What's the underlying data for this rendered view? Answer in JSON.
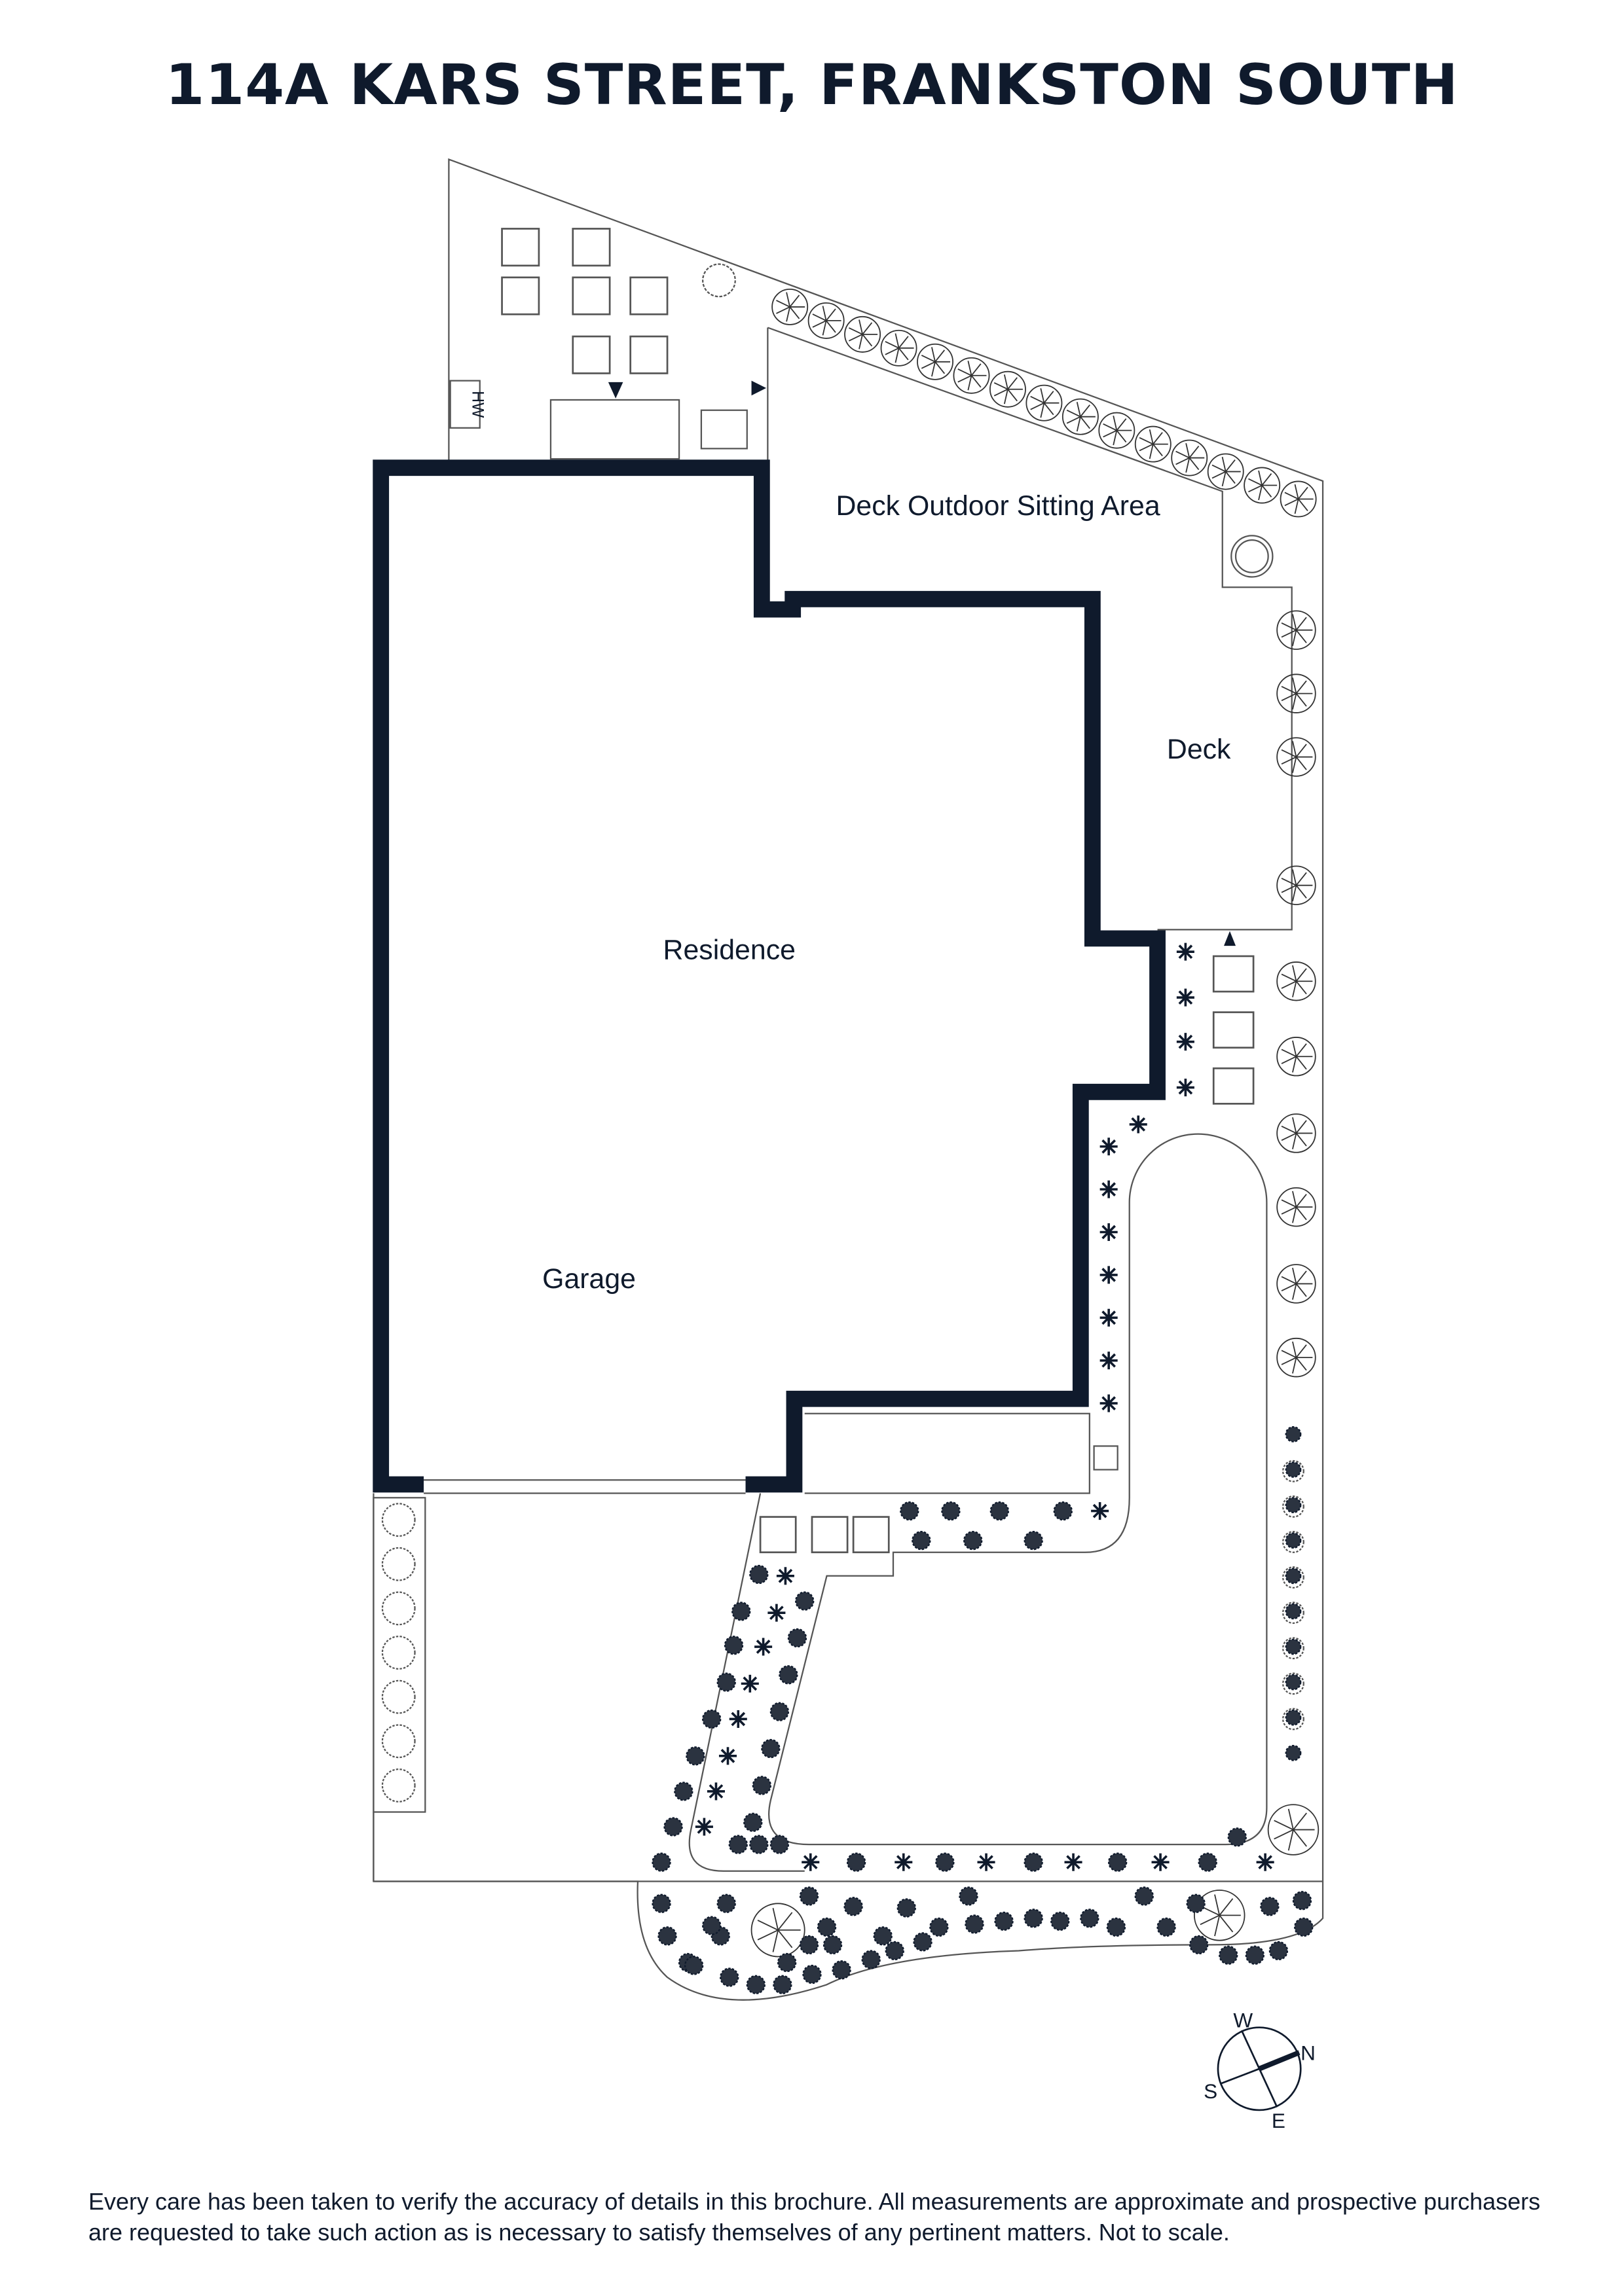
{
  "title": "114A KARS STREET, FRANKSTON SOUTH",
  "rooms": {
    "deck_outdoor": "Deck Outdoor Sitting Area",
    "deck": "Deck",
    "residence": "Residence",
    "garage": "Garage",
    "hot_water": "HW"
  },
  "compass": {
    "north": "N",
    "south": "S",
    "east": "E",
    "west": "W"
  },
  "disclaimer": "Every care has been taken to verify the accuracy of details in this brochure. All measurements are approximate and prospective purchasers are requested to take such action as is necessary to satisfy themselves of any pertinent matters. Not to scale.",
  "colors": {
    "ink": "#0f1a2c",
    "line": "#555555"
  }
}
